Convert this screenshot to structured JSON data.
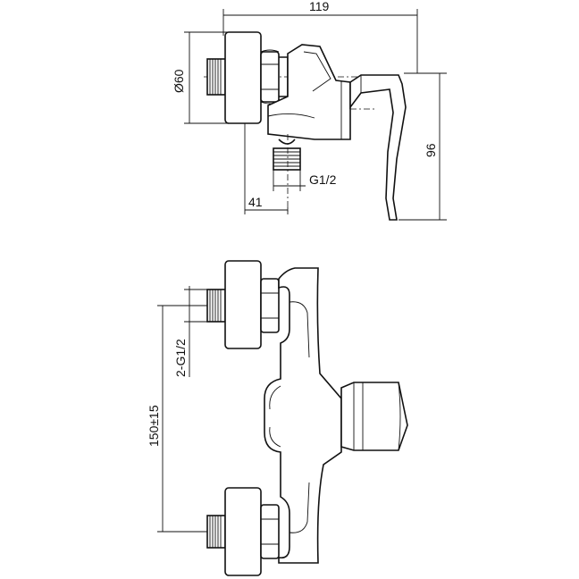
{
  "drawing": {
    "top_view": {
      "overall_width": "119",
      "diameter": "Ø60",
      "height": "96",
      "offset": "41",
      "thread": "G1/2"
    },
    "front_view": {
      "center_distance": "150±15",
      "threads": "2-G1/2"
    },
    "colors": {
      "line": "#111111",
      "background": "#ffffff"
    }
  }
}
